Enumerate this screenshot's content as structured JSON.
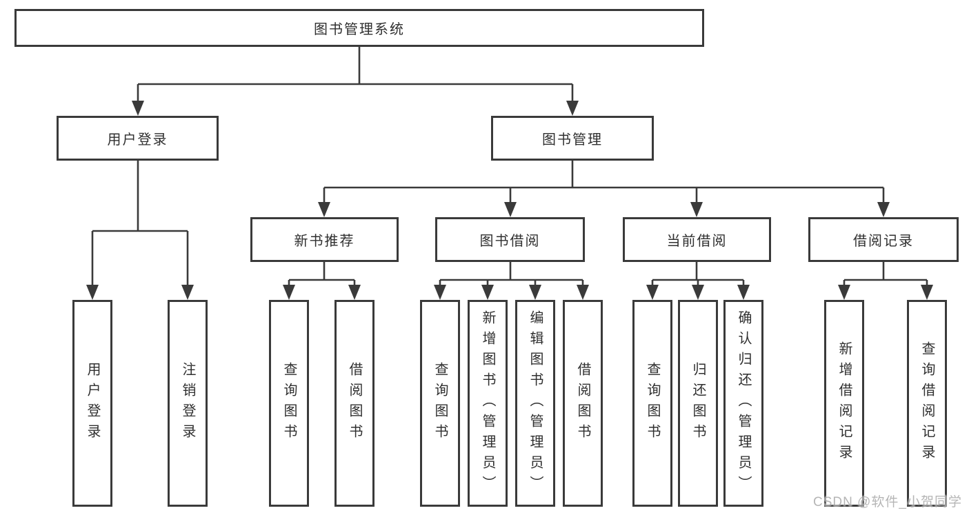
{
  "diagram": {
    "title_node": "图书管理系统",
    "nodes": {
      "root": {
        "label": "图书管理系统"
      },
      "user_login": {
        "label": "用户登录"
      },
      "book_mgmt": {
        "label": "图书管理"
      },
      "new_book_rec": {
        "label": "新书推荐"
      },
      "book_borrow": {
        "label": "图书借阅"
      },
      "current_borrow": {
        "label": "当前借阅"
      },
      "borrow_record": {
        "label": "借阅记录"
      }
    },
    "leaves": {
      "ul_login": "用户登录",
      "ul_logout": "注销登录",
      "nb_query": "查询图书",
      "nb_borrow": "借阅图书",
      "bb_query": "查询图书",
      "bb_add": "新增图书（管理员）",
      "bb_edit": "编辑图书（管理员）",
      "bb_borrow": "借阅图书",
      "cb_query": "查询图书",
      "cb_return": "归还图书",
      "cb_confirm": "确认归还（管理员）",
      "br_add": "新增借阅记录",
      "br_query": "查询借阅记录"
    },
    "hierarchy": [
      {
        "parent": "图书管理系统",
        "children": [
          "用户登录",
          "图书管理"
        ]
      },
      {
        "parent": "用户登录",
        "children": [
          "用户登录",
          "注销登录"
        ]
      },
      {
        "parent": "图书管理",
        "children": [
          "新书推荐",
          "图书借阅",
          "当前借阅",
          "借阅记录"
        ]
      },
      {
        "parent": "新书推荐",
        "children": [
          "查询图书",
          "借阅图书"
        ]
      },
      {
        "parent": "图书借阅",
        "children": [
          "查询图书",
          "新增图书（管理员）",
          "编辑图书（管理员）",
          "借阅图书"
        ]
      },
      {
        "parent": "当前借阅",
        "children": [
          "查询图书",
          "归还图书",
          "确认归还（管理员）"
        ]
      },
      {
        "parent": "借阅记录",
        "children": [
          "新增借阅记录",
          "查询借阅记录"
        ]
      }
    ],
    "colors": {
      "line": "#3a3a3a",
      "box_border": "#3a3a3a",
      "text": "#2f2f2f",
      "background": "#ffffff",
      "watermark": "#a9a9a9"
    }
  },
  "watermark": {
    "text": "CSDN @软件_小贺同学"
  }
}
